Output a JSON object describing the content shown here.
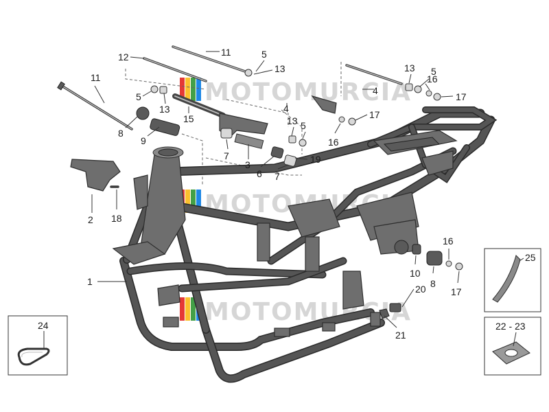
{
  "watermark": {
    "text": "MOTOMURCIA",
    "colors": [
      "#e53935",
      "#fbc02d",
      "#43a047",
      "#1e88e5"
    ]
  },
  "callouts": [
    {
      "id": "c1",
      "label": "1"
    },
    {
      "id": "c2",
      "label": "2"
    },
    {
      "id": "c3",
      "label": "3"
    },
    {
      "id": "c4a",
      "label": "4"
    },
    {
      "id": "c4b",
      "label": "4"
    },
    {
      "id": "c5a",
      "label": "5"
    },
    {
      "id": "c5b",
      "label": "5"
    },
    {
      "id": "c5c",
      "label": "5"
    },
    {
      "id": "c5d",
      "label": "5"
    },
    {
      "id": "c6",
      "label": "6"
    },
    {
      "id": "c7a",
      "label": "7"
    },
    {
      "id": "c7b",
      "label": "7"
    },
    {
      "id": "c8a",
      "label": "8"
    },
    {
      "id": "c8b",
      "label": "8"
    },
    {
      "id": "c9",
      "label": "9"
    },
    {
      "id": "c10",
      "label": "10"
    },
    {
      "id": "c11a",
      "label": "11"
    },
    {
      "id": "c11b",
      "label": "11"
    },
    {
      "id": "c12",
      "label": "12"
    },
    {
      "id": "c13a",
      "label": "13"
    },
    {
      "id": "c13b",
      "label": "13"
    },
    {
      "id": "c13c",
      "label": "13"
    },
    {
      "id": "c13d",
      "label": "13"
    },
    {
      "id": "c15",
      "label": "15"
    },
    {
      "id": "c16a",
      "label": "16"
    },
    {
      "id": "c16b",
      "label": "16"
    },
    {
      "id": "c16c",
      "label": "16"
    },
    {
      "id": "c17a",
      "label": "17"
    },
    {
      "id": "c17b",
      "label": "17"
    },
    {
      "id": "c17c",
      "label": "17"
    },
    {
      "id": "c18",
      "label": "18"
    },
    {
      "id": "c19",
      "label": "19"
    },
    {
      "id": "c20",
      "label": "20"
    },
    {
      "id": "c21",
      "label": "21"
    },
    {
      "id": "c24",
      "label": "24"
    },
    {
      "id": "c25",
      "label": "25"
    },
    {
      "id": "c2223",
      "label": "22 - 23"
    }
  ]
}
